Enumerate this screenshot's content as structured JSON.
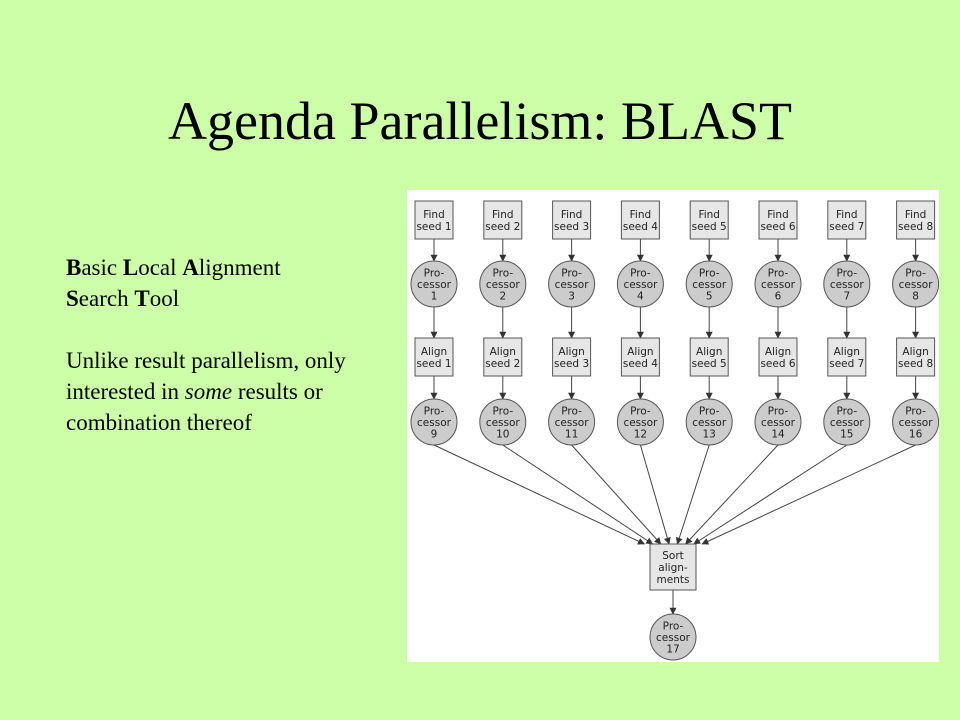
{
  "slide": {
    "title": "Agenda Parallelism: BLAST",
    "acronym": [
      {
        "initial": "B",
        "rest": "asic "
      },
      {
        "initial": "L",
        "rest": "ocal "
      },
      {
        "initial": "A",
        "rest": "lignment"
      },
      {
        "initial": "S",
        "rest": "earch "
      },
      {
        "initial": "T",
        "rest": "ool"
      }
    ],
    "description": {
      "before": "Unlike result parallelism, only interested in ",
      "emphasis": "some",
      "after": " results or combination thereof"
    }
  },
  "diagram": {
    "columns": [
      {
        "find": [
          "Find",
          "seed 1"
        ],
        "proc1": [
          "Pro-",
          "cessor",
          "1"
        ],
        "align": [
          "Align",
          "seed 1"
        ],
        "proc2": [
          "Pro-",
          "cessor",
          "9"
        ]
      },
      {
        "find": [
          "Find",
          "seed 2"
        ],
        "proc1": [
          "Pro-",
          "cessor",
          "2"
        ],
        "align": [
          "Align",
          "seed 2"
        ],
        "proc2": [
          "Pro-",
          "cessor",
          "10"
        ]
      },
      {
        "find": [
          "Find",
          "seed 3"
        ],
        "proc1": [
          "Pro-",
          "cessor",
          "3"
        ],
        "align": [
          "Align",
          "seed 3"
        ],
        "proc2": [
          "Pro-",
          "cessor",
          "11"
        ]
      },
      {
        "find": [
          "Find",
          "seed 4"
        ],
        "proc1": [
          "Pro-",
          "cessor",
          "4"
        ],
        "align": [
          "Align",
          "seed 4"
        ],
        "proc2": [
          "Pro-",
          "cessor",
          "12"
        ]
      },
      {
        "find": [
          "Find",
          "seed 5"
        ],
        "proc1": [
          "Pro-",
          "cessor",
          "5"
        ],
        "align": [
          "Align",
          "seed 5"
        ],
        "proc2": [
          "Pro-",
          "cessor",
          "13"
        ]
      },
      {
        "find": [
          "Find",
          "seed 6"
        ],
        "proc1": [
          "Pro-",
          "cessor",
          "6"
        ],
        "align": [
          "Align",
          "seed 6"
        ],
        "proc2": [
          "Pro-",
          "cessor",
          "14"
        ]
      },
      {
        "find": [
          "Find",
          "seed 7"
        ],
        "proc1": [
          "Pro-",
          "cessor",
          "7"
        ],
        "align": [
          "Align",
          "seed 7"
        ],
        "proc2": [
          "Pro-",
          "cessor",
          "15"
        ]
      },
      {
        "find": [
          "Find",
          "seed 8"
        ],
        "proc1": [
          "Pro-",
          "cessor",
          "8"
        ],
        "align": [
          "Align",
          "seed 8"
        ],
        "proc2": [
          "Pro-",
          "cessor",
          "16"
        ]
      }
    ],
    "sort": [
      "Sort",
      "align-",
      "ments"
    ],
    "final_processor": [
      "Pro-",
      "cessor",
      "17"
    ],
    "colors": {
      "node_fill_box": "#e6e6e6",
      "node_fill_circle": "#cccccc",
      "stroke": "#555555",
      "edge": "#444444"
    }
  }
}
